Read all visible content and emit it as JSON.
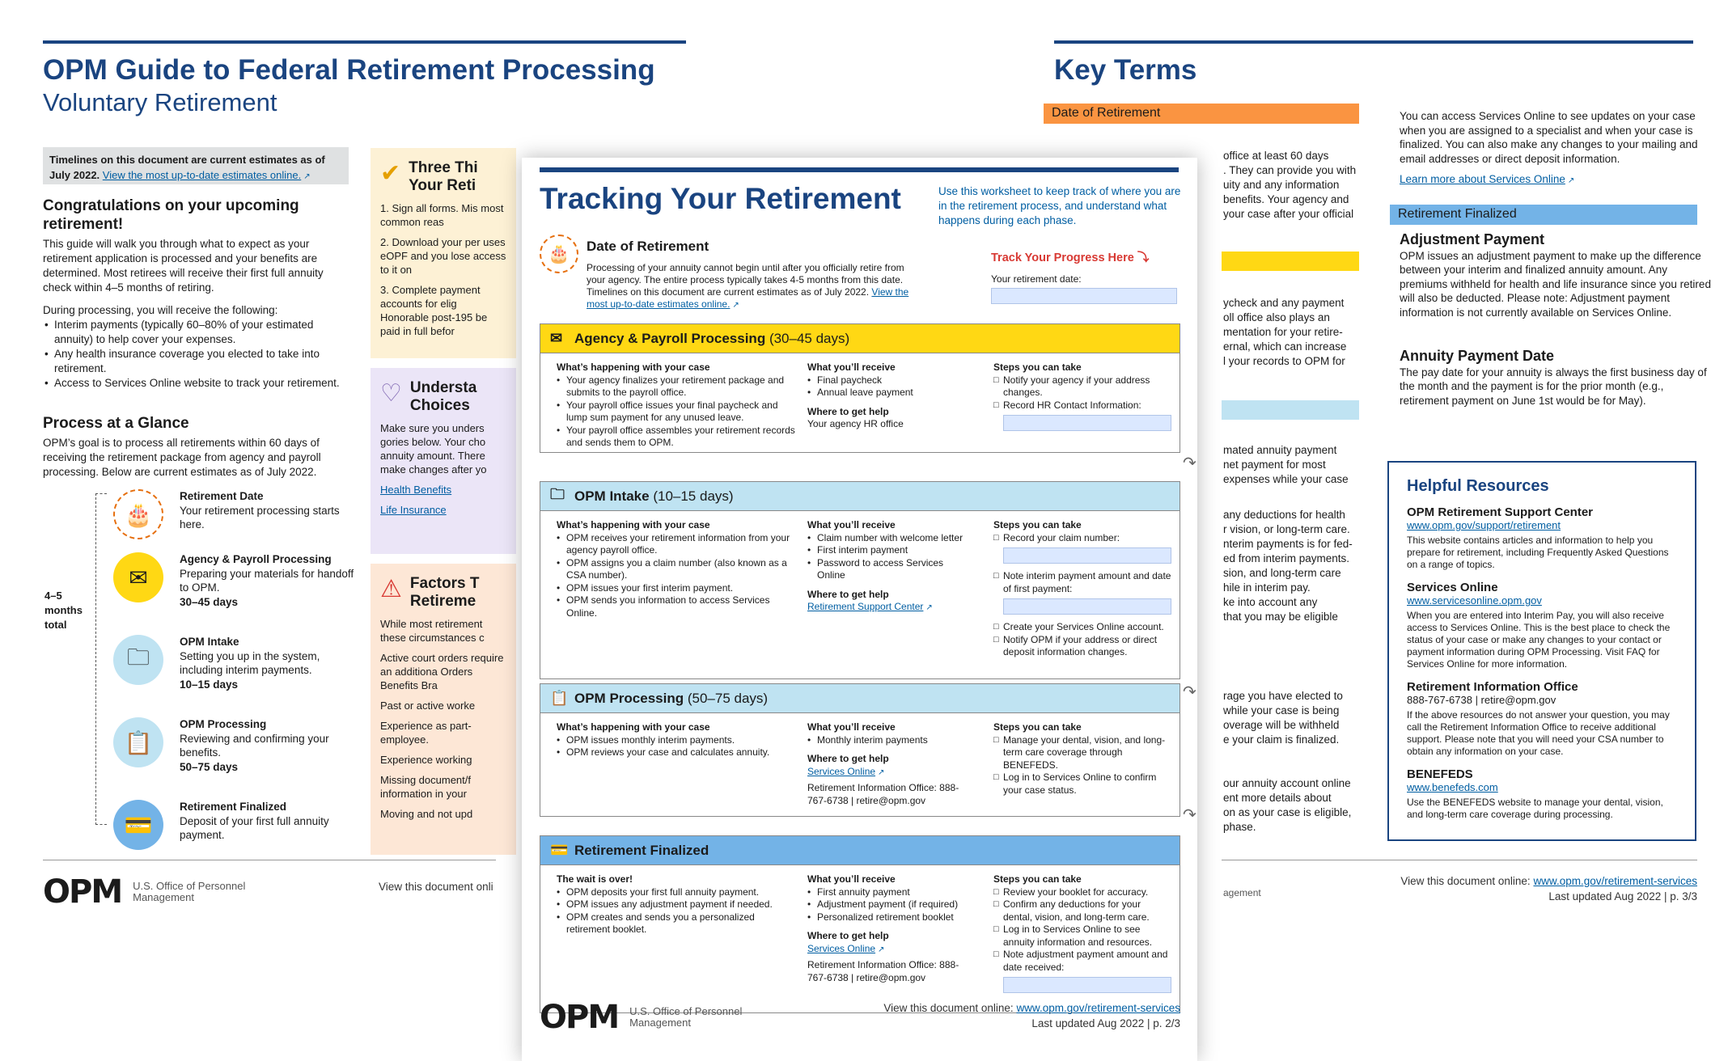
{
  "p1": {
    "title": "OPM Guide to Federal Retirement Processing",
    "subtitle": "Voluntary Retirement",
    "note_text": "Timelines on this document are current estimates as of July 2022.",
    "note_link": "View the most up-to-date estimates online.",
    "congrats_h": "Congratulations on your upcoming retirement!",
    "congrats_p": "This guide will walk you through what to expect as your retirement application is processed and your benefits are determined. Most retirees will receive their first full annuity check within 4–5 months of retiring.",
    "during": "During processing, you will receive the following:",
    "bullets": [
      "Interim payments (typically 60–80% of your estimated annuity) to help cover your expenses.",
      "Any health insurance coverage you elected to take into retirement.",
      "Access to Services Online website to track your retirement."
    ],
    "glance_h": "Process at a Glance",
    "glance_p": "OPM’s goal is to process all retirements within 60 days of receiving the retirement package from agency and payroll processing. Below are current estimates as of July 2022.",
    "months": "4–5 months total",
    "steps": [
      {
        "t": "Retirement Date",
        "d": "Your retirement processing starts here.",
        "dur": ""
      },
      {
        "t": "Agency & Payroll Processing",
        "d": "Preparing your materials for handoff to OPM.",
        "dur": "30–45 days"
      },
      {
        "t": "OPM Intake",
        "d": "Setting you up in the system, including interim payments.",
        "dur": "10–15 days"
      },
      {
        "t": "OPM Processing",
        "d": "Reviewing and confirming your benefits.",
        "dur": "50–75 days"
      },
      {
        "t": "Retirement Finalized",
        "d": "Deposit of your first full annuity payment.",
        "dur": ""
      }
    ],
    "card1_t": "Three Thi Your Reti",
    "card1_items": [
      "1. Sign all forms. Mis most common reas",
      "2. Download your per uses eOPF and you lose access to it on",
      "3. Complete payment accounts for elig Honorable post-195 be paid in full befor"
    ],
    "card2_t": "Understa Choices",
    "card2_p": "Make sure you unders gories below. Your cho annuity amount. There make changes after yo",
    "card2_links": [
      "Health Benefits",
      "Life Insurance"
    ],
    "card3_t": "Factors T Retireme",
    "card3_p": "While most retirement these circumstances c",
    "card3_items": [
      "Active court orders require an additiona Orders Benefits Bra",
      "Past or active worke",
      "Experience as part- employee.",
      "Experience working",
      "Missing document/f information in your",
      "Moving and not upd"
    ],
    "logo": "OPM",
    "org": "U.S. Office of Personnel Management",
    "view": "View this document onli"
  },
  "p2": {
    "title": "Tracking Your Retirement",
    "intro": "Use this worksheet to keep track of where you are in the retirement process, and understand what happens during each phase.",
    "dor_t": "Date of Retirement",
    "dor_d": "Processing of your annuity cannot begin until after you officially retire from your agency. The entire process typically takes 4-5 months from this date. Timelines on this document are current estimates as of July 2022.",
    "dor_link": "View the most up-to-date estimates online.",
    "track_h": "Track Your Progress Here",
    "track_l": "Your retirement date:",
    "sections": [
      {
        "t": "Agency & Payroll Processing",
        "n": "(30–45 days)",
        "c1h": "What’s happening with your case",
        "c1": [
          "Your agency finalizes your retirement package and submits to the payroll office.",
          "Your payroll office issues your final paycheck and lump sum payment for any unused leave.",
          "Your payroll office assembles your retirement records and sends them to OPM."
        ],
        "c2h": "What you’ll receive",
        "c2": [
          "Final paycheck",
          "Annual leave payment"
        ],
        "c2h2": "Where to get help",
        "c2help": "Your agency HR office",
        "c3h": "Steps you can take",
        "c3": [
          "Notify your agency if your address changes.",
          "Record HR Contact Information:"
        ]
      },
      {
        "t": "OPM Intake",
        "n": "(10–15 days)",
        "c1h": "What’s happening with your case",
        "c1": [
          "OPM receives your retirement information from your agency payroll office.",
          "OPM assigns you a claim number (also known as a CSA number).",
          "OPM issues your first interim payment.",
          "OPM sends you information to access Services Online."
        ],
        "c2h": "What you’ll receive",
        "c2": [
          "Claim number with welcome letter",
          "First interim payment",
          "Password to access Services Online"
        ],
        "c2h2": "Where to get help",
        "c2help": "Retirement Support Center",
        "c3h": "Steps you can take",
        "c3": [
          "Record your claim number:",
          "Note interim payment amount and date of first payment:",
          "Create your Services Online account.",
          "Notify OPM if your address or direct deposit information changes."
        ]
      },
      {
        "t": "OPM Processing",
        "n": "(50–75 days)",
        "c1h": "What’s happening with your case",
        "c1": [
          "OPM issues monthly interim payments.",
          "OPM reviews your case and calculates annuity."
        ],
        "c2h": "What you’ll receive",
        "c2": [
          "Monthly interim payments"
        ],
        "c2h2": "Where to get help",
        "c2help": "Services Online",
        "c2extra": "Retirement Information Office: 888-767-6738 | retire@opm.gov",
        "c3h": "Steps you can take",
        "c3": [
          "Manage your dental, vision, and long-term care coverage through BENEFEDS.",
          "Log in to Services Online to confirm your case status."
        ]
      },
      {
        "t": "Retirement Finalized",
        "n": "",
        "c1h": "The wait is over!",
        "c1": [
          "OPM deposits your first full annuity payment.",
          "OPM issues any adjustment payment if needed.",
          "OPM creates and sends you a personalized retirement booklet."
        ],
        "c2h": "What you’ll receive",
        "c2": [
          "First annuity payment",
          "Adjustment payment (if required)",
          "Personalized retirement booklet"
        ],
        "c2h2": "Where to get help",
        "c2help": "Services Online",
        "c2extra": "Retirement Information Office: 888-767-6738 | retire@opm.gov",
        "c3h": "Steps you can take",
        "c3": [
          "Review your booklet for accuracy.",
          "Confirm any deductions for your dental, vision, and long-term care.",
          "Log in to Services Online to see annuity information and resources.",
          "Note adjustment payment amount and date received:"
        ]
      }
    ],
    "logo": "OPM",
    "org": "U.S. Office of Personnel Management",
    "view": "View this document online:",
    "url": "www.opm.gov/retirement-services",
    "updated": "Last updated Aug 2022 | p. 2/3"
  },
  "p3": {
    "title": "Key Terms",
    "bar1": "Date of Retirement",
    "frags": [
      "office at least 60 days",
      ". They can provide you with",
      "uity and any information",
      "benefits. Your agency and",
      "your case after your official",
      "ycheck and any payment",
      "oll office also plays an",
      "mentation for your retire-",
      "ernal, which can increase",
      "l your records to OPM for",
      "mated annuity payment",
      "net payment for most",
      "expenses while your case",
      "any deductions for health",
      "r vision, or long-term care.",
      "nterim payments is for fed-",
      "ed from interim payments.",
      "sion, and long-term care",
      "hile in interim pay.",
      "ke into account any",
      "that you may be eligible",
      "rage you have elected to",
      "while your case is being",
      "overage will be withheld",
      "e your claim is finalized.",
      "our annuity account online",
      "ent more details about",
      "on as your case is eligible,",
      "phase."
    ],
    "so_text": "You can access Services Online to see updates on your case when you are assigned to a specialist and when your case is finalized. You can also make any changes to your mailing and email addresses or direct deposit information.",
    "so_link": "Learn more about Services Online",
    "bar_final": "Retirement Finalized",
    "adj_h": "Adjustment Payment",
    "adj_p": "OPM issues an adjustment payment to make up the difference between your interim and finalized annuity amount. Any premiums withheld for health and life insurance since you retired will also be deducted. Please note: Adjustment payment information is not currently available on Services Online.",
    "apd_h": "Annuity Payment Date",
    "apd_p": "The pay date for your annuity is always the first business day of the month and the payment is for the prior month (e.g., retirement payment on June 1st would be for May).",
    "help_t": "Helpful Resources",
    "resources": [
      {
        "n": "OPM Retirement Support Center",
        "l": "www.opm.gov/support/retirement",
        "d": "This website contains articles and information to help you prepare for retirement, including Frequently Asked Questions on a range of topics."
      },
      {
        "n": "Services Online",
        "l": "www.servicesonline.opm.gov",
        "d": "When you are entered into Interim Pay, you will also receive access to Services Online. This is the best place to check the status of your case or make any changes to your contact or payment information during OPM Processing. Visit FAQ for Services Online for more information."
      },
      {
        "n": "Retirement Information Office",
        "l": "888-767-6738 | retire@opm.gov",
        "d": "If the above resources do not answer your question, you may call the Retirement Information Office to receive additional support. Please note that you will need your CSA number to obtain any information on your case."
      },
      {
        "n": "BENEFEDS",
        "l": "www.benefeds.com",
        "d": "Use the BENEFEDS website to manage your dental, vision, and long-term care coverage during processing."
      }
    ],
    "agement": "agement",
    "view": "View this document online:",
    "url": "www.opm.gov/retirement-services",
    "updated": "Last updated Aug 2022 | p. 3/3"
  },
  "colors": {
    "navy": "#1a4480",
    "yellow": "#ffd814",
    "lightblue": "#bfe3f2",
    "midblue": "#73b3e7",
    "orange": "#fa9441",
    "lilac": "#ebe5f7",
    "peach": "#fde7d6",
    "cream": "#fdf1d5"
  }
}
